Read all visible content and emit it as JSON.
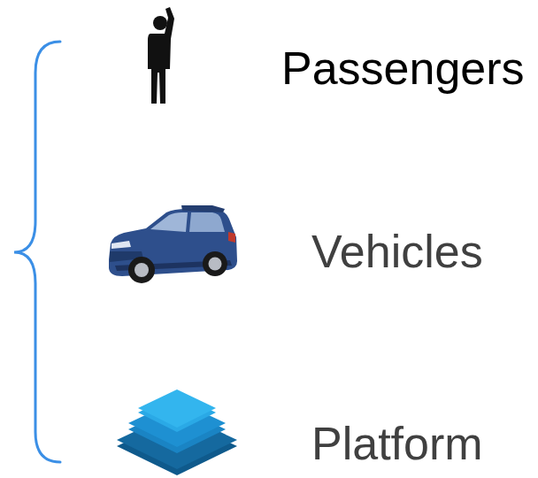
{
  "diagram": {
    "labels": [
      "Passengers",
      "Vehicles",
      "Platform"
    ]
  }
}
